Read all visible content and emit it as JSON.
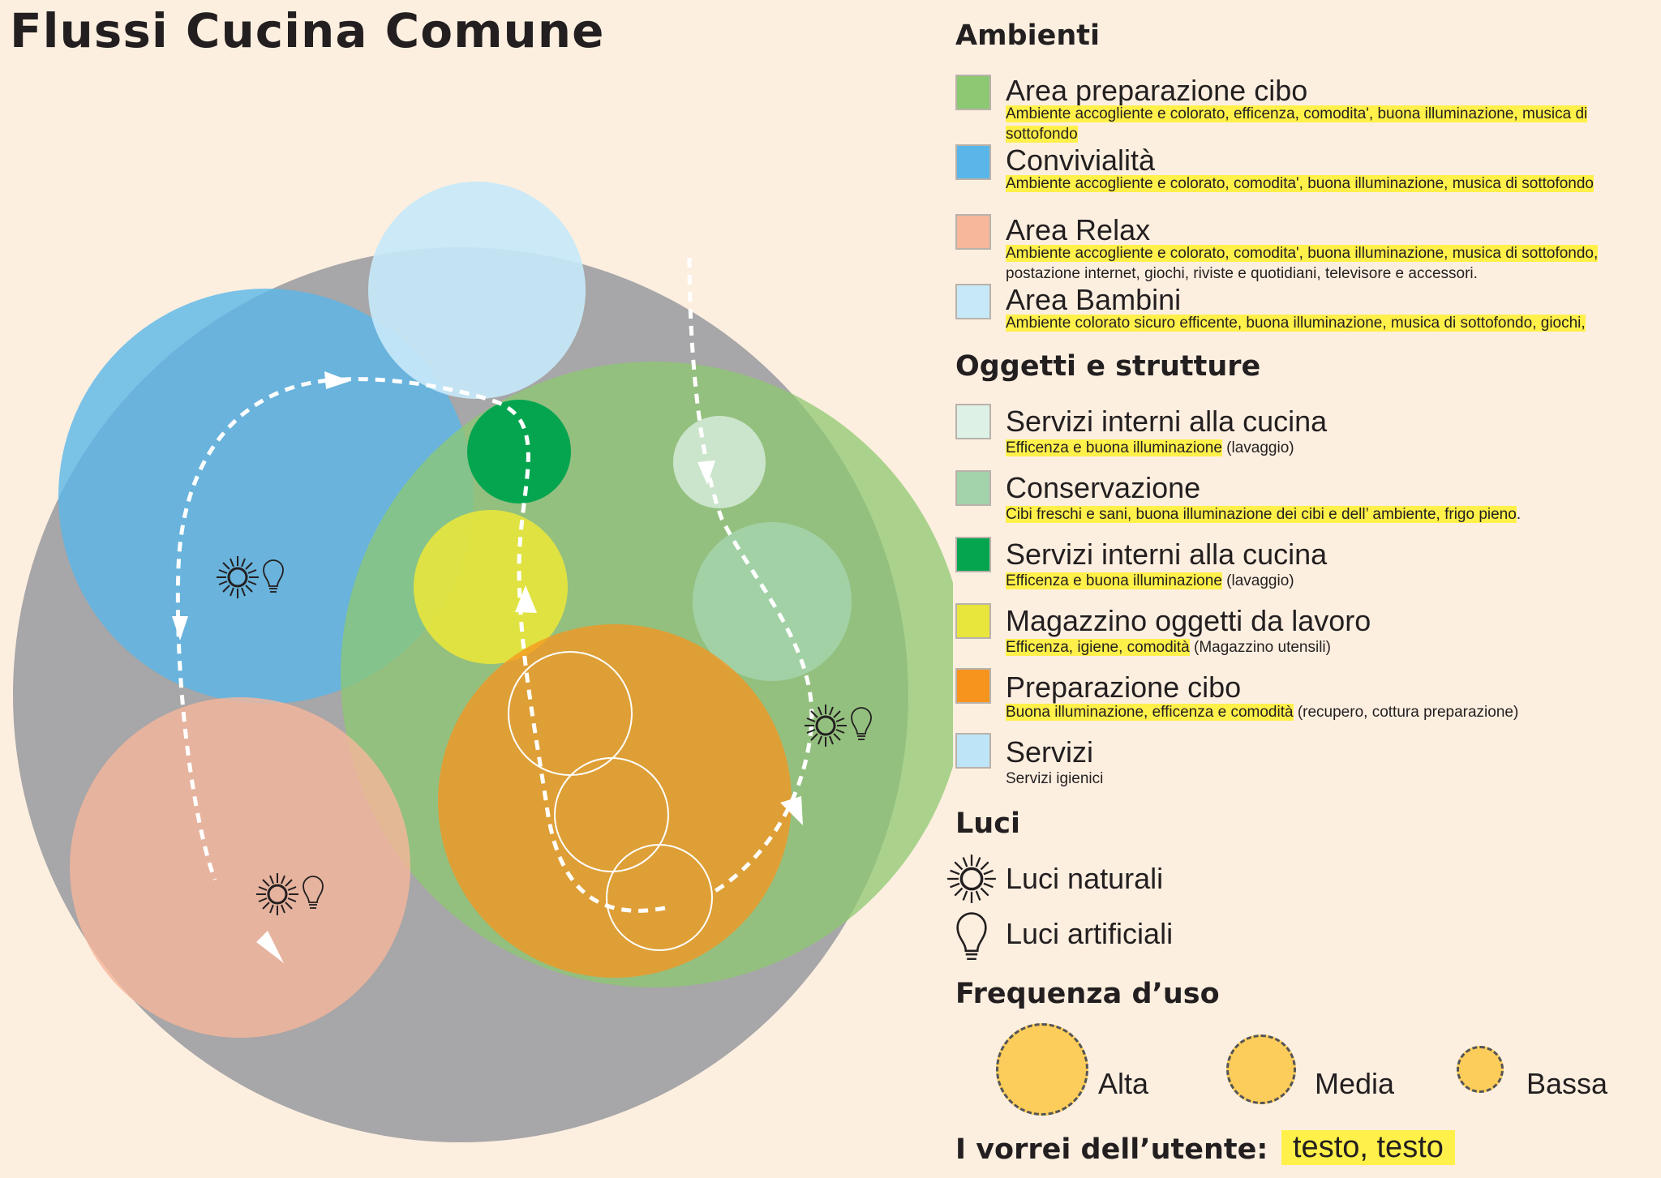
{
  "title": "Flussi Cucina Comune",
  "legend": {
    "ambienti_heading": "Ambienti",
    "ambienti": [
      {
        "color": "#8dc872",
        "label": "Area preparazione cibo",
        "desc_hl": "Ambiente accogliente e colorato, efficenza, comodita', buona illuminazione, musica di sottofondo",
        "desc_rest": ""
      },
      {
        "color": "#5ab6e8",
        "label": "Convivialità",
        "desc_hl": "Ambiente accogliente e colorato, comodita', buona illuminazione, musica di sottofondo",
        "desc_rest": ""
      },
      {
        "color": "#f6b79b",
        "label": "Area Relax",
        "desc_hl": "Ambiente accogliente e colorato, comodita', buona illuminazione, musica di sottofondo,",
        "desc_rest": "postazione internet, giochi, riviste e quotidiani, televisore e accessori."
      },
      {
        "color": "#c7e8f8",
        "label": "Area Bambini",
        "desc_hl": "Ambiente colorato sicuro efficente, buona illuminazione, musica di sottofondo, giochi,",
        "desc_rest": ""
      }
    ],
    "oggetti_heading": "Oggetti e strutture",
    "oggetti": [
      {
        "color": "#ddf1e6",
        "label": "Servizi interni alla cucina",
        "desc_hl": "Efficenza e buona illuminazione",
        "desc_rest": " (lavaggio)"
      },
      {
        "color": "#a3d3ab",
        "label": "Conservazione",
        "desc_hl": "Cibi freschi e sani, buona illuminazione dei cibi e dell’   ambiente, frigo pieno",
        "desc_rest": "."
      },
      {
        "color": "#05a550",
        "label": "Servizi interni alla cucina",
        "desc_hl": "Efficenza e buona illuminazione",
        "desc_rest": " (lavaggio)"
      },
      {
        "color": "#e8e53c",
        "label": "Magazzino oggetti da lavoro",
        "desc_hl": "Efficenza, igiene, comodità",
        "desc_rest": " (Magazzino utensili)"
      },
      {
        "color": "#f7941d",
        "label": "Preparazione cibo",
        "desc_hl": "Buona illuminazione, efficenza e comodità",
        "desc_rest": " (recupero, cottura preparazione)"
      },
      {
        "color": "#bde4f7",
        "label": "Servizi",
        "desc_hl": "",
        "desc_rest": "Servizi igienici"
      }
    ],
    "luci_heading": "Luci",
    "luci": [
      {
        "icon": "sun-icon",
        "label": "Luci naturali"
      },
      {
        "icon": "bulb-icon",
        "label": "Luci artificiali"
      }
    ],
    "frequenza_heading": "Frequenza d’uso",
    "frequenza": [
      {
        "label": "Alta"
      },
      {
        "label": "Media"
      },
      {
        "label": "Bassa"
      }
    ],
    "wish_label": "I vorrei dell’utente:",
    "wish_value": "testo, testo"
  }
}
